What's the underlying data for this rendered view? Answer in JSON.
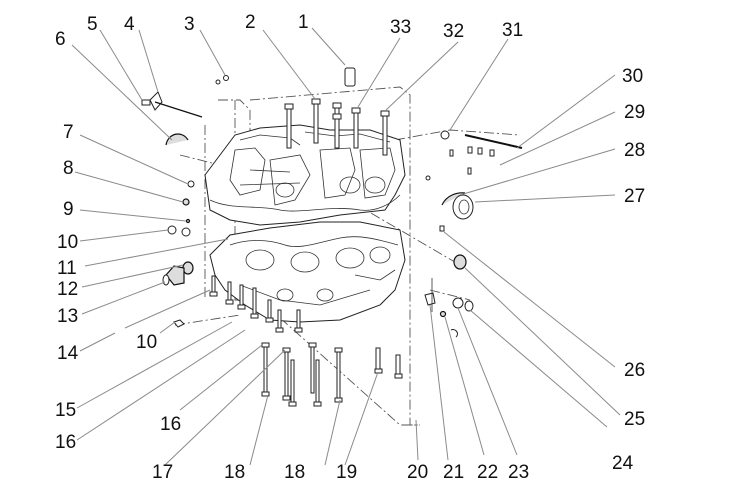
{
  "diagram": {
    "title": "Crankcase exploded view",
    "callouts": [
      {
        "id": "1",
        "label": "1"
      },
      {
        "id": "2",
        "label": "2"
      },
      {
        "id": "3",
        "label": "3"
      },
      {
        "id": "4",
        "label": "4"
      },
      {
        "id": "5",
        "label": "5"
      },
      {
        "id": "6",
        "label": "6"
      },
      {
        "id": "7",
        "label": "7"
      },
      {
        "id": "8",
        "label": "8"
      },
      {
        "id": "9",
        "label": "9"
      },
      {
        "id": "10a",
        "label": "10"
      },
      {
        "id": "11",
        "label": "11"
      },
      {
        "id": "12",
        "label": "12"
      },
      {
        "id": "13",
        "label": "13"
      },
      {
        "id": "14",
        "label": "14"
      },
      {
        "id": "10b",
        "label": "10"
      },
      {
        "id": "15",
        "label": "15"
      },
      {
        "id": "16a",
        "label": "16"
      },
      {
        "id": "16b",
        "label": "16"
      },
      {
        "id": "17",
        "label": "17"
      },
      {
        "id": "18a",
        "label": "18"
      },
      {
        "id": "18b",
        "label": "18"
      },
      {
        "id": "19",
        "label": "19"
      },
      {
        "id": "20",
        "label": "20"
      },
      {
        "id": "21",
        "label": "21"
      },
      {
        "id": "22",
        "label": "22"
      },
      {
        "id": "23",
        "label": "23"
      },
      {
        "id": "24",
        "label": "24"
      },
      {
        "id": "25",
        "label": "25"
      },
      {
        "id": "26",
        "label": "26"
      },
      {
        "id": "27",
        "label": "27"
      },
      {
        "id": "28",
        "label": "28"
      },
      {
        "id": "29",
        "label": "29"
      },
      {
        "id": "30",
        "label": "30"
      },
      {
        "id": "31",
        "label": "31"
      },
      {
        "id": "32",
        "label": "32"
      },
      {
        "id": "33",
        "label": "33"
      }
    ]
  }
}
